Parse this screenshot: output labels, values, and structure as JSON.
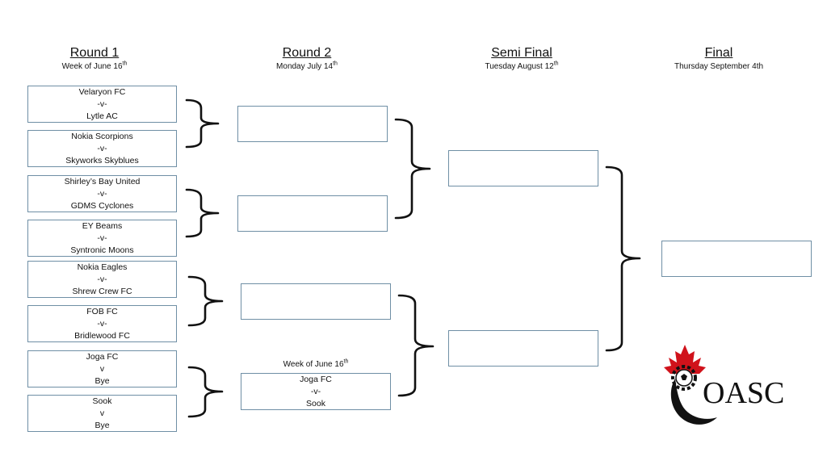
{
  "rounds": [
    {
      "title": "Round 1",
      "date_main": "Week of June 16",
      "date_sup": "th"
    },
    {
      "title": "Round 2",
      "date_main": "Monday July 14",
      "date_sup": "th"
    },
    {
      "title": "Semi Final",
      "date_main": "Tuesday August 12",
      "date_sup": "th"
    },
    {
      "title": "Final",
      "date_main": "Thursday September 4th",
      "date_sup": ""
    }
  ],
  "round1_matches": [
    {
      "home": "Velaryon FC",
      "sep": "-v-",
      "away": "Lytle AC"
    },
    {
      "home": "Nokia Scorpions",
      "sep": "-v-",
      "away": "Skyworks Skyblues"
    },
    {
      "home": "Shirley’s Bay United",
      "sep": "-v-",
      "away": "GDMS Cyclones"
    },
    {
      "home": "EY Beams",
      "sep": "-v-",
      "away": "Syntronic Moons"
    },
    {
      "home": "Nokia Eagles",
      "sep": "-v-",
      "away": "Shrew Crew FC"
    },
    {
      "home": "FOB FC",
      "sep": "-v-",
      "away": "Bridlewood FC"
    },
    {
      "home": "Joga FC",
      "sep": "v",
      "away": "Bye"
    },
    {
      "home": "Sook",
      "sep": "v",
      "away": "Bye"
    }
  ],
  "round2_note": {
    "main": "Week of June 16",
    "sup": "th"
  },
  "round2_match4": {
    "home": "Joga FC",
    "sep": "-v-",
    "away": "Sook"
  },
  "logo": {
    "text": "OASC",
    "accent": "#d0121b",
    "dark": "#111111"
  }
}
